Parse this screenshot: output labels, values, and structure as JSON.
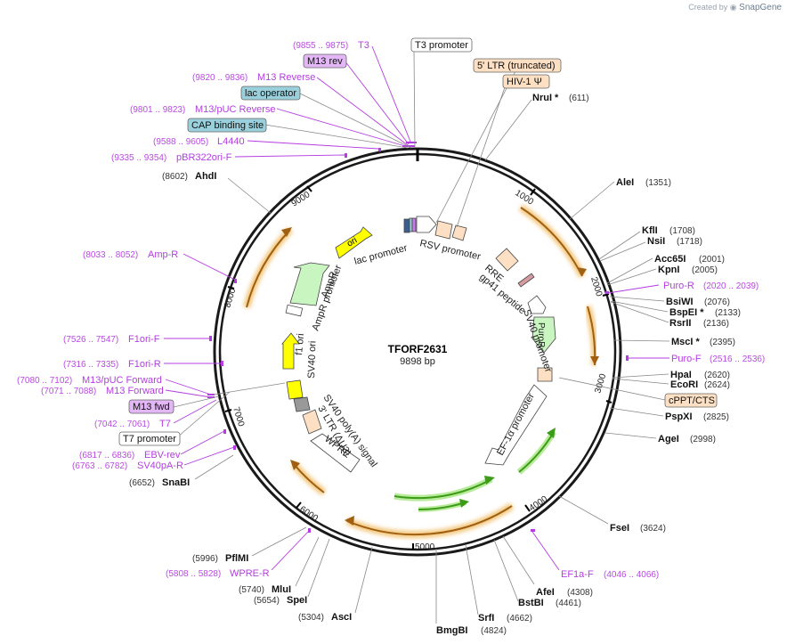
{
  "credit": {
    "created_by": "Created by",
    "brand": "SnapGene"
  },
  "plasmid": {
    "name": "TFORF2631",
    "length": "9898 bp"
  },
  "ticks": [
    "1000",
    "2000",
    "3000",
    "4000",
    "5000",
    "6000",
    "7000",
    "8000",
    "9000"
  ],
  "primers_left": [
    {
      "range": "(9855 .. 9875)",
      "name": "T3"
    },
    {
      "range": "(9820 .. 9836)",
      "name": "M13 Reverse"
    },
    {
      "range": "(9801 .. 9823)",
      "name": "M13/pUC Reverse"
    },
    {
      "range": "(9588 .. 9605)",
      "name": "L4440"
    },
    {
      "range": "(9335 .. 9354)",
      "name": "pBR322ori-F"
    },
    {
      "range": "(8033 .. 8052)",
      "name": "Amp-R"
    },
    {
      "range": "(7526 .. 7547)",
      "name": "F1ori-F"
    },
    {
      "range": "(7316 .. 7335)",
      "name": "F1ori-R"
    },
    {
      "range": "(7080 .. 7102)",
      "name": "M13/pUC Forward"
    },
    {
      "range": "(7071 .. 7088)",
      "name": "M13 Forward"
    },
    {
      "range": "(7042 .. 7061)",
      "name": "T7"
    },
    {
      "range": "(6817 .. 6836)",
      "name": "EBV-rev"
    },
    {
      "range": "(6763 .. 6782)",
      "name": "SV40pA-R"
    },
    {
      "range": "(5808 .. 5828)",
      "name": "WPRE-R"
    }
  ],
  "primers_right": [
    {
      "range": "(2020 .. 2039)",
      "name": "Puro-R"
    },
    {
      "range": "(2516 .. 2536)",
      "name": "Puro-F"
    },
    {
      "range": "(4046 .. 4066)",
      "name": "EF1a-F"
    }
  ],
  "boxes": [
    {
      "text": "T3 promoter",
      "style": "white"
    },
    {
      "text": "M13 rev",
      "style": "purple"
    },
    {
      "text": "lac operator",
      "style": "teal"
    },
    {
      "text": "CAP binding site",
      "style": "teal"
    },
    {
      "text": "5' LTR (truncated)",
      "style": "peach"
    },
    {
      "text": "HIV-1 Ψ",
      "style": "peach"
    },
    {
      "text": "cPPT/CTS",
      "style": "peach"
    },
    {
      "text": "M13 fwd",
      "style": "purple"
    },
    {
      "text": "T7 promoter",
      "style": "white"
    }
  ],
  "sites_right": [
    {
      "name": "NruI *",
      "pos": "(611)"
    },
    {
      "name": "AleI",
      "pos": "(1351)"
    },
    {
      "name": "KflI",
      "pos": "(1708)"
    },
    {
      "name": "NsiI",
      "pos": "(1718)"
    },
    {
      "name": "Acc65I",
      "pos": "(2001)"
    },
    {
      "name": "KpnI",
      "pos": "(2005)"
    },
    {
      "name": "BsiWI",
      "pos": "(2076)"
    },
    {
      "name": "BspEI *",
      "pos": "(2133)"
    },
    {
      "name": "RsrII",
      "pos": "(2136)"
    },
    {
      "name": "MscI *",
      "pos": "(2395)"
    },
    {
      "name": "HpaI",
      "pos": "(2620)"
    },
    {
      "name": "EcoRI",
      "pos": "(2624)"
    },
    {
      "name": "PspXI",
      "pos": "(2825)"
    },
    {
      "name": "AgeI",
      "pos": "(2998)"
    },
    {
      "name": "FseI",
      "pos": "(3624)"
    }
  ],
  "sites_bottom": [
    {
      "name": "AfeI",
      "pos": "(4308)"
    },
    {
      "name": "BstBI",
      "pos": "(4461)"
    },
    {
      "name": "SrfI",
      "pos": "(4662)"
    },
    {
      "name": "BmgBI",
      "pos": "(4824)"
    }
  ],
  "sites_left": [
    {
      "name": "AhdI",
      "pos": "(8602)"
    },
    {
      "name": "SnaBI",
      "pos": "(6652)"
    },
    {
      "name": "PflMI",
      "pos": "(5996)"
    },
    {
      "name": "MluI",
      "pos": "(5740)"
    },
    {
      "name": "SpeI",
      "pos": "(5654)"
    },
    {
      "name": "AscI",
      "pos": "(5304)"
    }
  ],
  "features": [
    "ori",
    "lac promoter",
    "RSV promoter",
    "RRE",
    "gp41 peptide",
    "SV40 promoter",
    "PuroR",
    "EF-1α promoter",
    "AmpR",
    "AmpR promoter",
    "f1 ori",
    "SV40 ori",
    "SV40 poly(A) signal",
    "3' LTR (ΔU3)",
    "WPRE"
  ],
  "colors": {
    "ring": "#1a1a1a",
    "primer": "#b33de0",
    "orf": "#e8a33a",
    "orf_green": "#3d9b1a",
    "peach": "#fde0c3",
    "teal": "#9ad0db",
    "purplebox": "#e3b7f5"
  }
}
